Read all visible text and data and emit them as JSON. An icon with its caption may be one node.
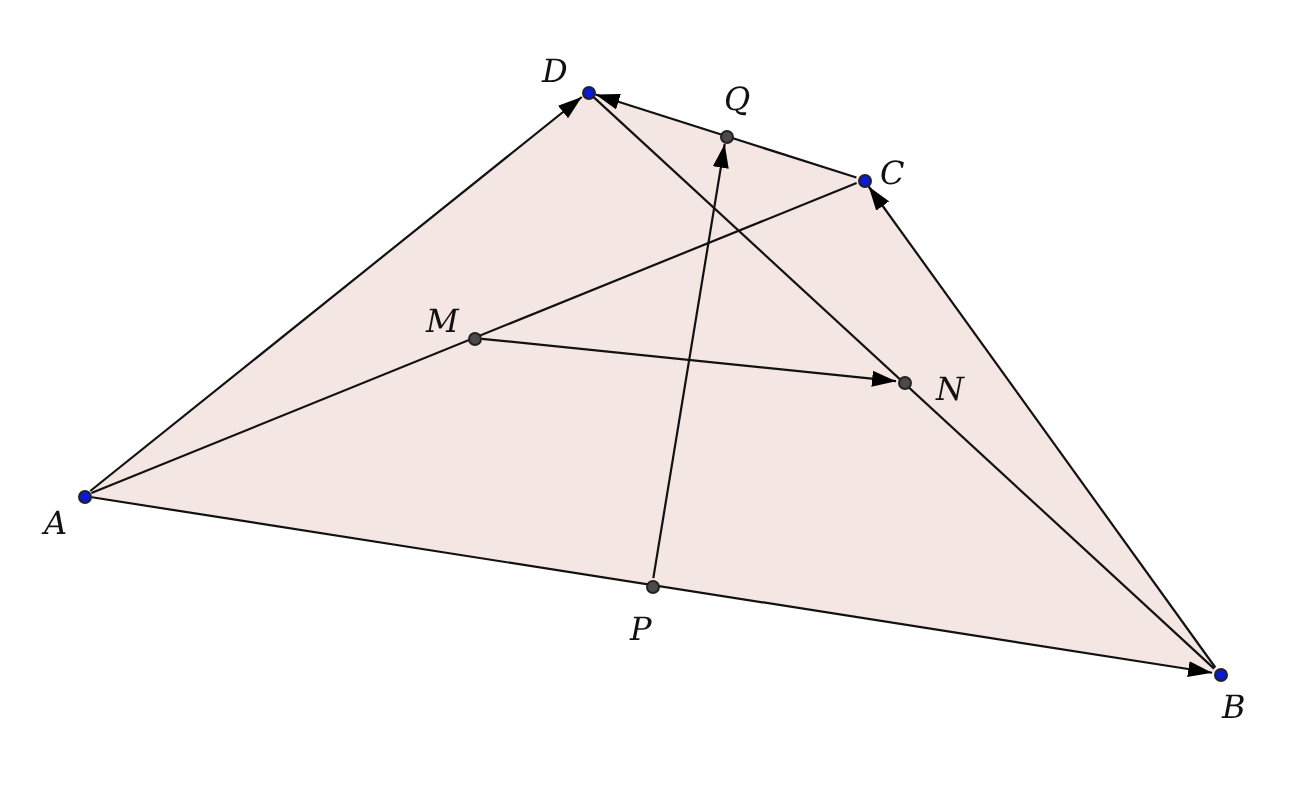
{
  "diagram": {
    "nodes": [
      {
        "text": [],
        "shape": "circle",
        "beside": [
          "A"
        ]
      },
      {
        "text": [],
        "shape": "circle",
        "beside": [
          "B"
        ]
      },
      {
        "text": [],
        "shape": "circle",
        "beside": [
          "C"
        ]
      },
      {
        "text": [],
        "shape": "circle",
        "beside": [
          "D"
        ]
      },
      {
        "text": [],
        "shape": "circle",
        "beside": [
          "M"
        ]
      },
      {
        "text": [],
        "shape": "circle",
        "beside": [
          "N"
        ]
      },
      {
        "text": [],
        "shape": "circle",
        "beside": [
          "P"
        ]
      },
      {
        "text": [],
        "shape": "circle",
        "beside": [
          "Q"
        ]
      }
    ],
    "edges": [
      {
        "from": 0,
        "to": 3,
        "arrow": "to"
      },
      {
        "from": 0,
        "to": 1,
        "arrow": "to"
      },
      {
        "from": 1,
        "to": 2,
        "arrow": "to"
      },
      {
        "from": 2,
        "to": 3,
        "arrow": "to"
      },
      {
        "from": 0,
        "to": 2,
        "arrow": "none"
      },
      {
        "from": 3,
        "to": 1,
        "arrow": "none"
      },
      {
        "from": 4,
        "to": 5,
        "arrow": "to"
      },
      {
        "from": 6,
        "to": 7,
        "arrow": "to"
      }
    ]
  }
}
